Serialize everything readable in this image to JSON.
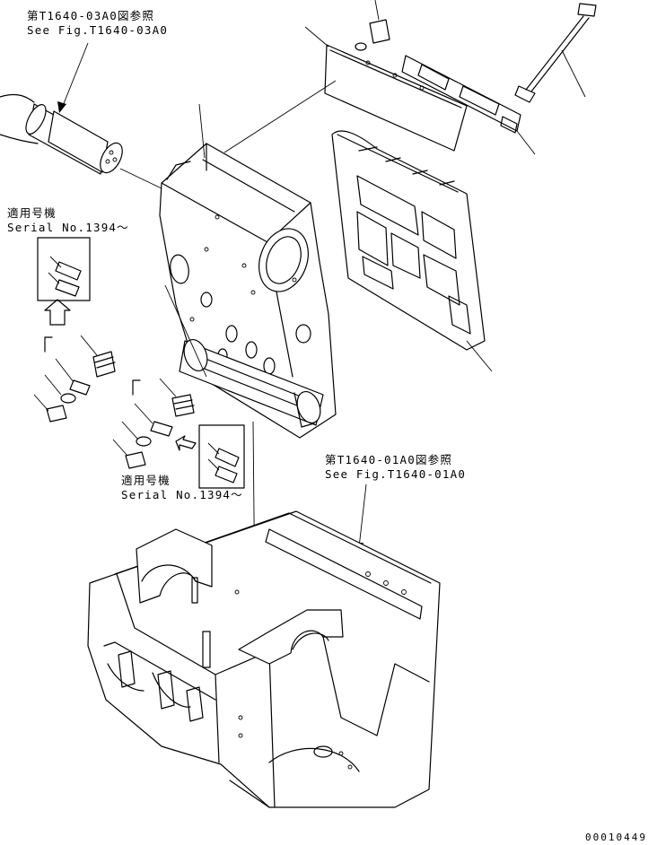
{
  "references": {
    "top": {
      "jp": "第T1640-03A0図参照",
      "en": "See Fig.T1640-03A0"
    },
    "right": {
      "jp": "第T1640-01A0図参照",
      "en": "See Fig.T1640-01A0"
    }
  },
  "serial_notes": {
    "left": {
      "jp": "適用号機",
      "en": "Serial No.1394～"
    },
    "mid": {
      "jp": "適用号機",
      "en": "Serial No.1394～"
    }
  },
  "document_number": "00010449"
}
